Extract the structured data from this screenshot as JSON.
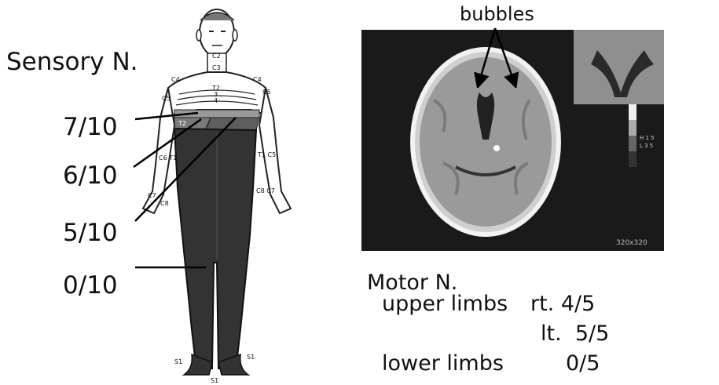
{
  "sensory": {
    "title": "Sensory N.",
    "levels": [
      "7/10",
      "6/10",
      "5/10",
      "0/10"
    ]
  },
  "dermatomes": {
    "c2": "C2",
    "c3": "C3",
    "c4_left": "C4",
    "c4_right": "C4",
    "c5_left": "C5",
    "c5_right": "C5",
    "t2_top": "T2",
    "t3": "3",
    "t4": "4",
    "t2_side": "T2",
    "c6t1_left": "C6 T1",
    "t1c5_right": "T1 C5",
    "c7_left": "C7",
    "c8_left": "C8",
    "c8c7_right": "C8 C7",
    "s1_left": "S1",
    "s1_right": "S1",
    "s1_bottom": "S1"
  },
  "ct": {
    "bubbles_label": "bubbles",
    "scale_top": "H 1 5",
    "scale_bot": "L 3 5",
    "matrix": "320x320"
  },
  "motor": {
    "title": "Motor N.",
    "upper_label": "upper limbs",
    "upper_rt": "rt. 4/5",
    "upper_lt": "lt.  5/5",
    "lower_label": "lower limbs",
    "lower_value": "0/5"
  }
}
